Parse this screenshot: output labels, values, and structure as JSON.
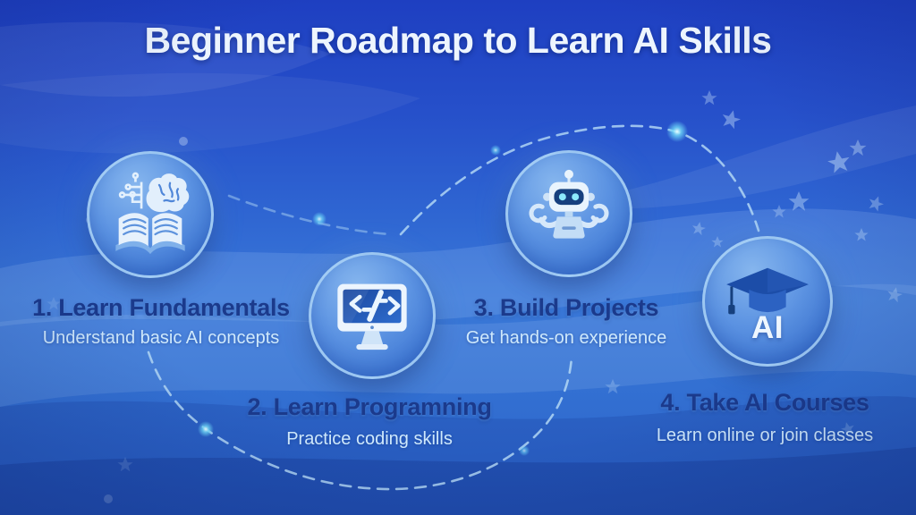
{
  "header": {
    "title": "Beginner Roadmap to Learn AI Skills"
  },
  "steps": [
    {
      "title": "1. Learn Fundamentals",
      "subtitle": "Understand basic AI concepts",
      "icon": "book-brain-icon"
    },
    {
      "title": "2. Learn Programning",
      "subtitle": "Practice coding skills",
      "icon": "code-monitor-icon"
    },
    {
      "title": "3. Build Projects",
      "subtitle": "Get hands-on experience",
      "icon": "robot-icon"
    },
    {
      "title": "4. Take AI Courses",
      "subtitle": "Learn online or join classes",
      "icon": "graduation-cap-icon",
      "icon_text": "AI"
    }
  ],
  "colors": {
    "background_top": "#1e3fc1",
    "background_mid": "#3a78d8",
    "background_bottom": "#2c63ca",
    "heading_text": "#edf5fe",
    "step_title_text": "#1b3a8c",
    "step_subtitle_text": "#cfe9fc",
    "circle_fill": "#5c93e2",
    "circle_ring": "#abd3f6",
    "dashed_path": "#b9ddf6",
    "icon_dark_blue": "#1c4da8",
    "icon_light": "#eaf4fd"
  }
}
